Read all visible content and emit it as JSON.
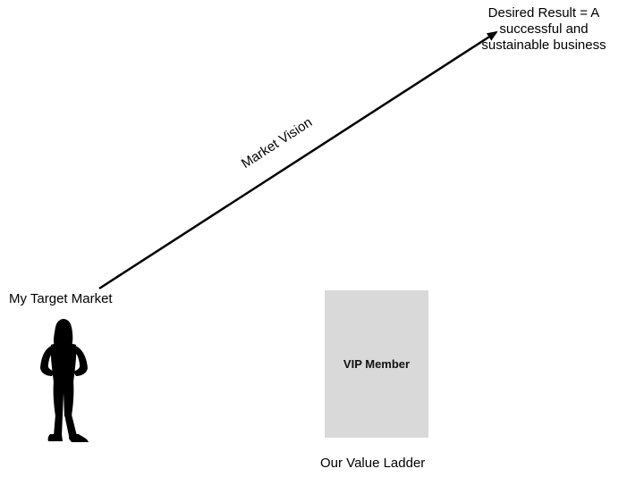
{
  "desired_result": {
    "lines": [
      "Desired Result = A",
      "successful and",
      "sustainable business"
    ]
  },
  "vision_arrow": {
    "label": "Market Vision"
  },
  "target_market": {
    "label": "My Target Market",
    "icon": "person-silhouette-icon"
  },
  "value_ladder": {
    "label": "Our Value Ladder",
    "steps": [
      {
        "label": "VIP Member",
        "color": "#d9d9d9"
      }
    ]
  },
  "colors": {
    "line": "#000000",
    "box_fill": "#d9d9d9"
  }
}
